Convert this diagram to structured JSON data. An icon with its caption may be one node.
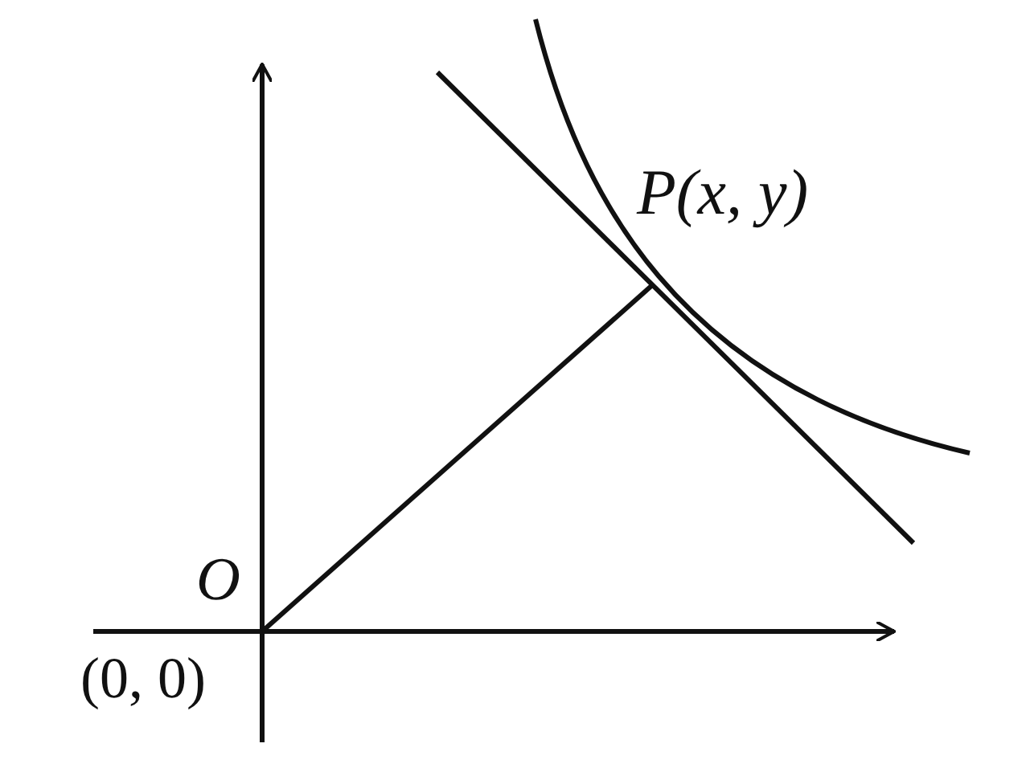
{
  "diagram": {
    "labels": [
      "P(x, y)",
      "O",
      "(0, 0)"
    ]
  }
}
